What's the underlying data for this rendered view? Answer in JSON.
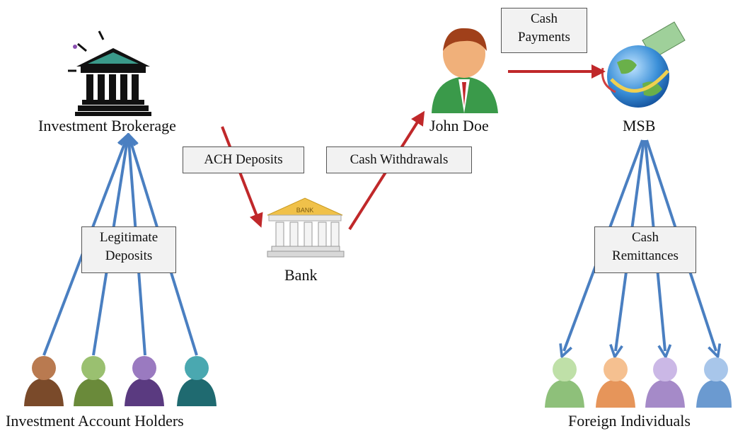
{
  "nodes": {
    "brokerage": "Investment Brokerage",
    "bank": "Bank",
    "bank_sign": "BANK",
    "john_doe": "John Doe",
    "msb": "MSB",
    "account_holders": "Investment Account Holders",
    "foreign_individuals": "Foreign Individuals"
  },
  "flows": {
    "ach_deposits": "ACH Deposits",
    "cash_withdrawals": "Cash Withdrawals",
    "cash_payments": [
      "Cash",
      "Payments"
    ],
    "legitimate_deposits": [
      "Legitimate",
      "Deposits"
    ],
    "cash_remittances": [
      "Cash",
      "Remittances"
    ]
  },
  "colors": {
    "money_flow_arrow": "#c0282a",
    "deposit_arrow": "#4a7fc1",
    "holder_colors": [
      "#7a4a2a",
      "#7aa04a",
      "#6a4a90",
      "#2a8a90"
    ],
    "foreign_colors": [
      "#8ec07a",
      "#e6955a",
      "#a58ac8",
      "#6b9ad0"
    ],
    "john_doe_suit": "#3a9a4a"
  },
  "icons": {
    "brokerage": "classical-building-icon",
    "bank": "bank-building-icon",
    "person": "person-icon",
    "msb": "globe-money-icon"
  }
}
